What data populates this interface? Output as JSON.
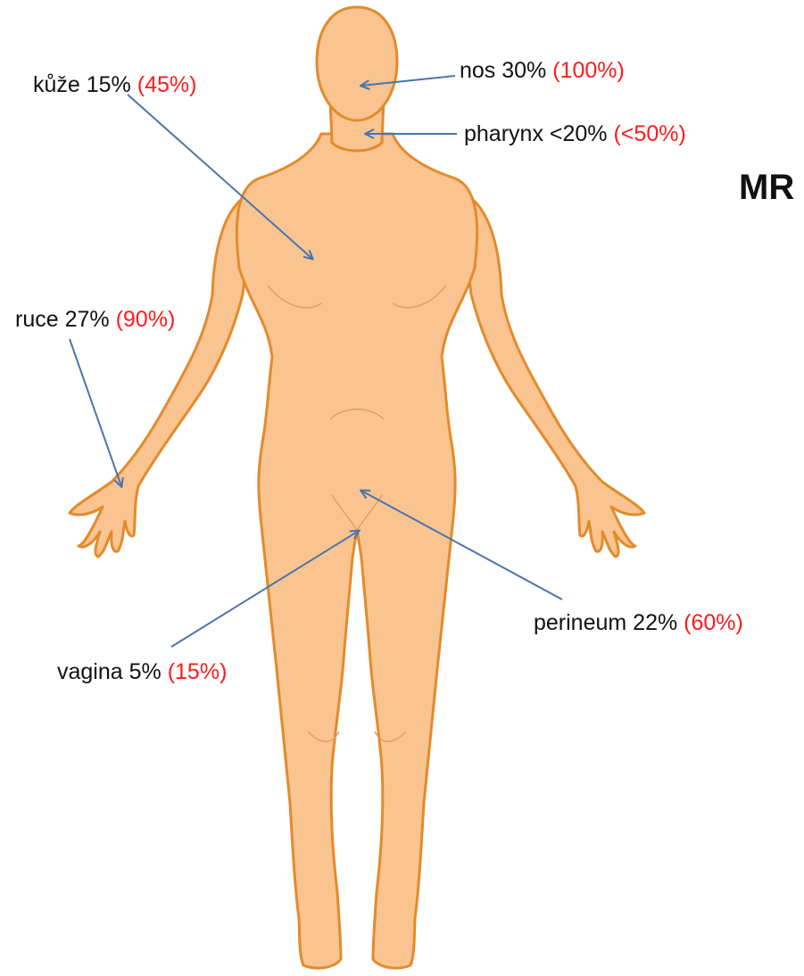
{
  "title_fragment": "MR",
  "colors": {
    "arrow": "#4a74ae",
    "percent_red": "#ff1a1a",
    "skin_fill": "#f9c48f",
    "skin_outline": "#e38a2c"
  },
  "labels": {
    "kuze": {
      "text": "kůže 15%",
      "pct": "(45%)"
    },
    "nos": {
      "text": "nos 30%",
      "pct": "(100%)"
    },
    "pharynx": {
      "text": "pharynx <20%",
      "pct": "(<50%)"
    },
    "ruce": {
      "text": "ruce 27%",
      "pct": "(90%)"
    },
    "perineum": {
      "text": "perineum 22%",
      "pct": "(60%)"
    },
    "vagina": {
      "text": "vagina 5%",
      "pct": "(15%)"
    }
  }
}
